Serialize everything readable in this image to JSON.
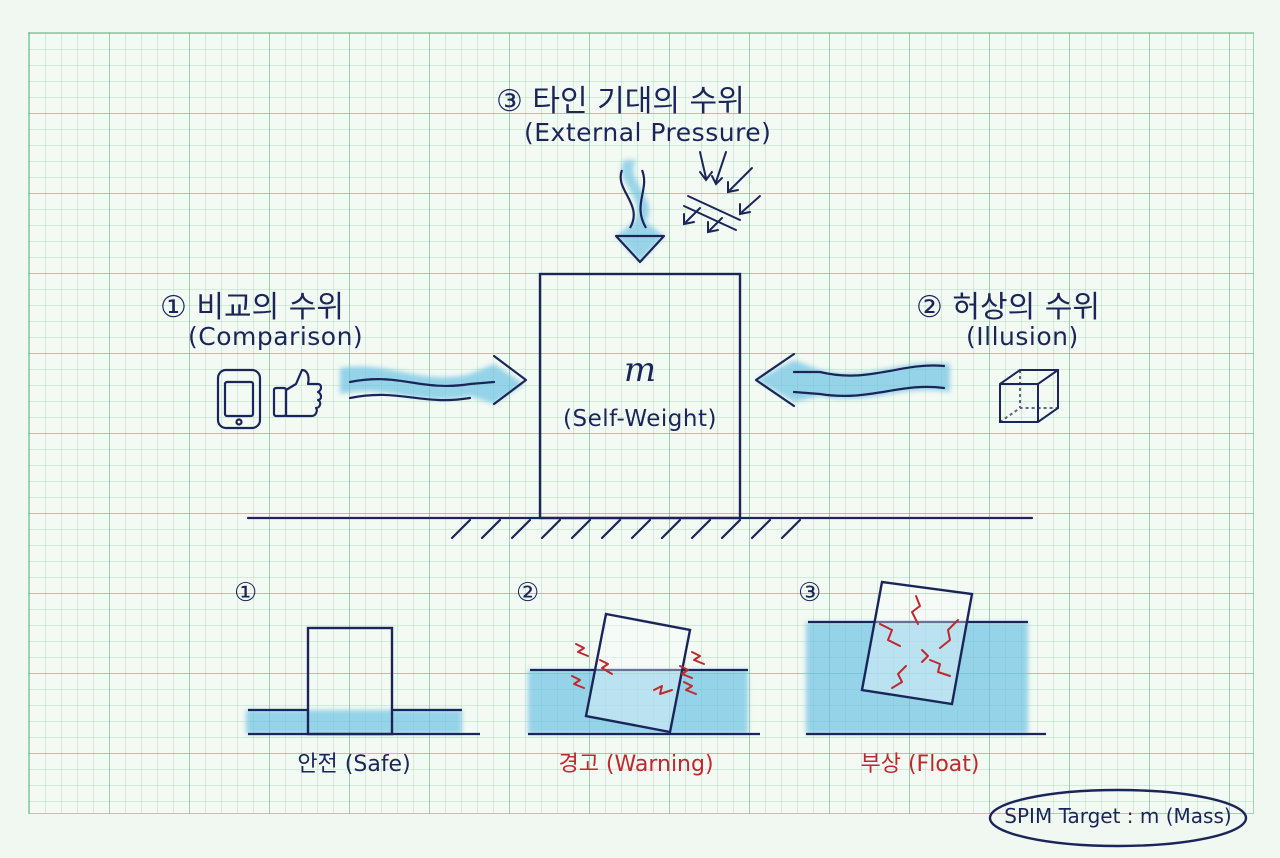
{
  "top": {
    "title": "③ 타인 기대의 수위",
    "subtitle": "(External Pressure)"
  },
  "left": {
    "title": "① 비교의 수위",
    "subtitle": "(Comparison)"
  },
  "right": {
    "title": "② 허상의 수위",
    "subtitle": "(Illusion)"
  },
  "center": {
    "symbol": "m",
    "label": "(Self-Weight)"
  },
  "scenarios": [
    {
      "number": "①",
      "caption": "안전 (Safe)"
    },
    {
      "number": "②",
      "caption": "경고 (Warning)"
    },
    {
      "number": "③",
      "caption": "부상 (Float)"
    }
  ],
  "badge": {
    "text": "SPIM Target : m (Mass)"
  },
  "colors": {
    "ink": "#1b2559",
    "water": "#6ec3e4",
    "alert": "#c0282d",
    "grid": "#8cc9a0"
  },
  "icons": [
    "smartphone-icon",
    "thumbs-up-icon",
    "cube-icon",
    "pressure-arrows-icon"
  ]
}
